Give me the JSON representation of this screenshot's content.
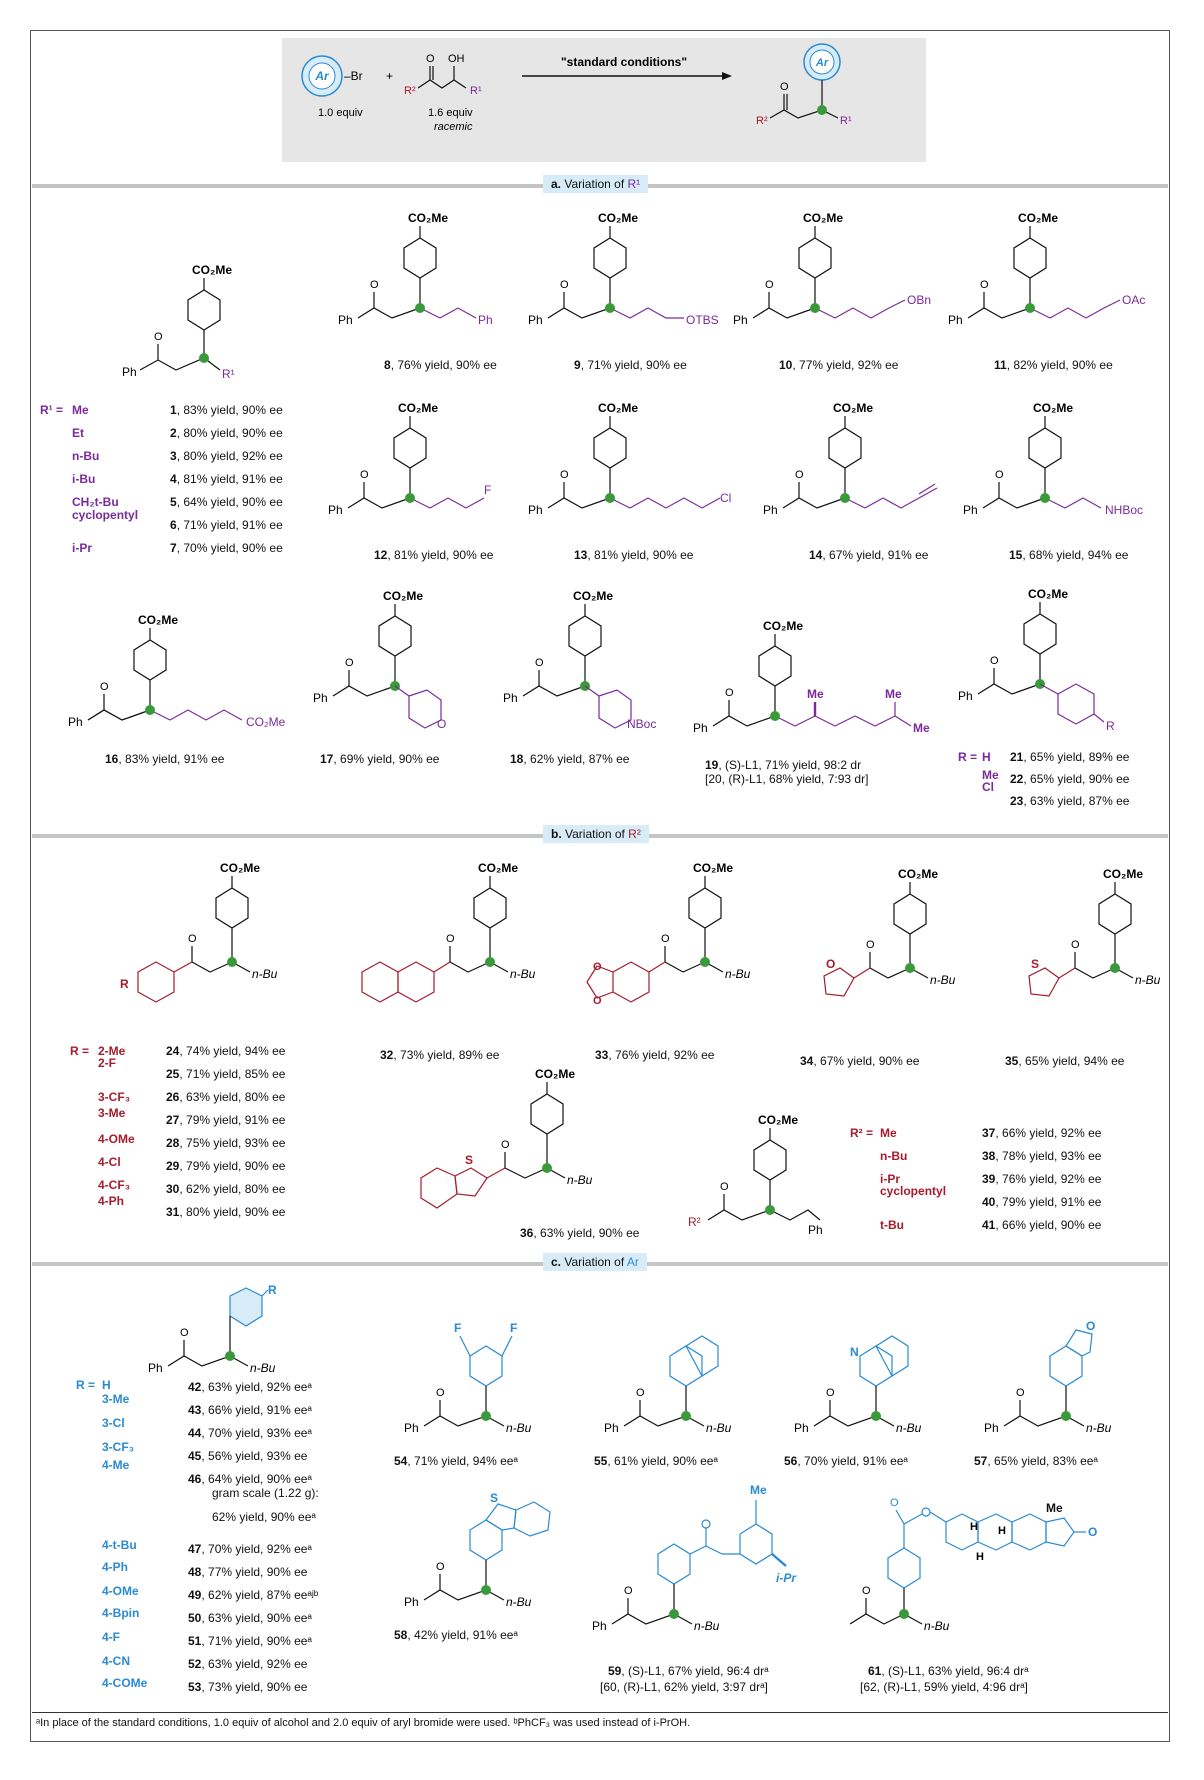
{
  "reaction": {
    "ar_label": "Ar",
    "br": "–Br",
    "plus": "+",
    "equiv1": "1.0 equiv",
    "equiv2": "1.6 equiv",
    "racemic": "racemic",
    "conditions": "\"standard conditions\"",
    "o": "O",
    "oh": "OH",
    "r1": "R¹",
    "r2": "R²"
  },
  "sections": {
    "a_letter": "a.",
    "a_text": "Variation of",
    "a_var": "R¹",
    "b_letter": "b.",
    "b_text": "Variation of",
    "b_var": "R²",
    "c_letter": "c.",
    "c_text": "Variation of",
    "c_var": "Ar"
  },
  "labels": {
    "co2me": "CO₂Me",
    "ph": "Ph",
    "o": "O",
    "nbu": "n-Bu",
    "r1": "R¹",
    "r2": "R²",
    "r": "R"
  },
  "a_list": {
    "prefix": "R¹ =",
    "rows": [
      {
        "sub": "Me",
        "cap_num": "1",
        "cap": ", 83% yield, 90% ee"
      },
      {
        "sub": "Et",
        "cap_num": "2",
        "cap": ", 80% yield, 90% ee"
      },
      {
        "sub": "n-Bu",
        "cap_num": "3",
        "cap": ", 80% yield, 92% ee"
      },
      {
        "sub": "i-Bu",
        "cap_num": "4",
        "cap": ", 81% yield, 91% ee"
      },
      {
        "sub": "CH₂t-Bu",
        "cap_num": "5",
        "cap": ", 64% yield, 90% ee"
      },
      {
        "sub": "cyclopentyl",
        "cap_num": "6",
        "cap": ", 71% yield, 91% ee"
      },
      {
        "sub": "i-Pr",
        "cap_num": "7",
        "cap": ", 70% yield, 90% ee"
      }
    ]
  },
  "a_compounds": [
    {
      "num": "8",
      "cap": ", 76% yield, 90% ee",
      "chain": "Ph"
    },
    {
      "num": "9",
      "cap": ", 71% yield, 90% ee",
      "chain": "OTBS"
    },
    {
      "num": "10",
      "cap": ", 77% yield, 92% ee",
      "chain": "OBn"
    },
    {
      "num": "11",
      "cap": ", 82% yield, 90% ee",
      "chain": "OAc"
    },
    {
      "num": "12",
      "cap": ", 81% yield, 90% ee",
      "chain": "F"
    },
    {
      "num": "13",
      "cap": ", 81% yield, 90% ee",
      "chain": "Cl"
    },
    {
      "num": "14",
      "cap": ", 67% yield, 91% ee",
      "chain": ""
    },
    {
      "num": "15",
      "cap": ", 68% yield, 94% ee",
      "chain": "NHBoc"
    },
    {
      "num": "16",
      "cap": ", 83% yield, 91% ee",
      "chain": "CO₂Me"
    },
    {
      "num": "17",
      "cap": ", 69% yield, 90% ee",
      "chain": "O"
    },
    {
      "num": "18",
      "cap": ", 62% yield, 87% ee",
      "chain": "NBoc"
    }
  ],
  "c19": {
    "line1_num": "19",
    "line1": ", (S)-L1, 71% yield, 98:2 dr",
    "line2": "[20, (R)-L1, 68% yield, 7:93 dr]",
    "me1": "Me",
    "me2": "Me",
    "me3": "Me"
  },
  "c21": {
    "prefix": "R =",
    "rows": [
      {
        "sub": "H",
        "num": "21",
        "cap": ", 65% yield, 89% ee"
      },
      {
        "sub": "Me",
        "num": "22",
        "cap": ", 65% yield, 90% ee"
      },
      {
        "sub": "Cl",
        "num": "23",
        "cap": ", 63% yield, 87% ee"
      }
    ]
  },
  "b_list": {
    "prefix": "R =",
    "rows": [
      {
        "sub": "2-Me",
        "num": "24",
        "cap": ", 74% yield, 94% ee"
      },
      {
        "sub": "2-F",
        "num": "25",
        "cap": ", 71% yield, 85% ee"
      },
      {
        "sub": "3-CF₃",
        "num": "26",
        "cap": ", 63% yield, 80% ee"
      },
      {
        "sub": "3-Me",
        "num": "27",
        "cap": ", 79% yield, 91% ee"
      },
      {
        "sub": "4-OMe",
        "num": "28",
        "cap": ", 75% yield, 93% ee"
      },
      {
        "sub": "4-Cl",
        "num": "29",
        "cap": ", 79% yield, 90% ee"
      },
      {
        "sub": "4-CF₃",
        "num": "30",
        "cap": ", 62% yield, 80% ee"
      },
      {
        "sub": "4-Ph",
        "num": "31",
        "cap": ", 80% yield, 90% ee"
      }
    ]
  },
  "b_compounds": [
    {
      "num": "32",
      "cap": ", 73% yield, 89% ee"
    },
    {
      "num": "33",
      "cap": ", 76% yield, 92% ee"
    },
    {
      "num": "34",
      "cap": ", 67% yield, 90% ee"
    },
    {
      "num": "35",
      "cap": ", 65% yield, 94% ee"
    },
    {
      "num": "36",
      "cap": ", 63% yield, 90% ee"
    }
  ],
  "b_r2_list": {
    "prefix": "R² =",
    "rows": [
      {
        "sub": "Me",
        "num": "37",
        "cap": ", 66% yield, 92% ee"
      },
      {
        "sub": "n-Bu",
        "num": "38",
        "cap": ", 78% yield, 93% ee"
      },
      {
        "sub": "i-Pr",
        "num": "39",
        "cap": ", 76% yield, 92% ee"
      },
      {
        "sub": "cyclopentyl",
        "num": "40",
        "cap": ", 79% yield, 91% ee"
      },
      {
        "sub": "t-Bu",
        "num": "41",
        "cap": ", 66% yield, 90% ee"
      }
    ]
  },
  "c_list": {
    "prefix": "R =",
    "rows": [
      {
        "sub": "H",
        "num": "42",
        "cap": ", 63% yield, 92% eeᵃ"
      },
      {
        "sub": "3-Me",
        "num": "43",
        "cap": ", 66% yield, 91% eeᵃ"
      },
      {
        "sub": "3-Cl",
        "num": "44",
        "cap": ", 70% yield, 93% eeᵃ"
      },
      {
        "sub": "3-CF₃",
        "num": "45",
        "cap": ", 56% yield, 93% ee"
      },
      {
        "sub": "4-Me",
        "num": "46",
        "cap": ", 64% yield, 90% eeᵃ"
      },
      {
        "sub": "4-t-Bu",
        "num": "47",
        "cap": ", 70% yield, 92% eeᵃ"
      },
      {
        "sub": "4-Ph",
        "num": "48",
        "cap": ", 77% yield, 90% ee"
      },
      {
        "sub": "4-OMe",
        "num": "49",
        "cap": ", 62% yield, 87% eeᵃʲᵇ"
      },
      {
        "sub": "4-Bpin",
        "num": "50",
        "cap": ", 63% yield, 90% eeᵃ"
      },
      {
        "sub": "4-F",
        "num": "51",
        "cap": ", 71% yield, 90% eeᵃ"
      },
      {
        "sub": "4-CN",
        "num": "52",
        "cap": ", 63% yield, 92% ee"
      },
      {
        "sub": "4-COMe",
        "num": "53",
        "cap": ", 73% yield, 90% ee"
      }
    ],
    "gram1": "gram scale (1.22 g):",
    "gram2": "62% yield, 90% eeᵃ"
  },
  "c_compounds": [
    {
      "num": "54",
      "cap": ", 71% yield, 94% eeᵃ"
    },
    {
      "num": "55",
      "cap": ", 61% yield, 90% eeᵃ"
    },
    {
      "num": "56",
      "cap": ", 70% yield, 91% eeᵃ"
    },
    {
      "num": "57",
      "cap": ", 65% yield, 83% eeᵃ"
    },
    {
      "num": "58",
      "cap": ", 42% yield, 91% eeᵃ"
    }
  ],
  "c59": {
    "num": "59",
    "line1": ", (S)-L1, 67% yield, 96:4 drᵃ",
    "line2": "[60, (R)-L1, 62% yield, 3:97 drᵃ]",
    "me": "Me",
    "ipr": "i-Pr"
  },
  "c61": {
    "num": "61",
    "line1": ", (S)-L1, 63% yield, 96:4 drᵃ",
    "line2": "[62, (R)-L1, 59% yield, 4:96 drᵃ]",
    "me": "Me",
    "h": "H"
  },
  "footnote": "ᵃIn place of the standard conditions, 1.0 equiv of alcohol and 2.0 equiv of aryl bromide were used. ᵇPhCF₃ was used instead of i-PrOH.",
  "colors": {
    "purple": "#7a2a9a",
    "red": "#a61c2c",
    "blue": "#2a8ad4",
    "green": "#3a9a3a",
    "band": "#d8ecf8",
    "gray": "#e6e6e6"
  }
}
